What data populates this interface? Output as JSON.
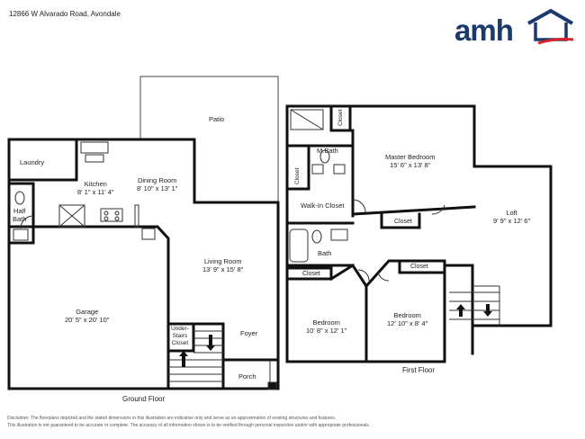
{
  "header": {
    "address": "12866 W Alvarado Road, Avondale",
    "logo_text": "amh",
    "logo_color": "#1b3a6b",
    "logo_swoosh_color": "#d8232a"
  },
  "ground_floor": {
    "title": "Ground Floor",
    "rooms": {
      "patio": {
        "name": "Patio",
        "dim": ""
      },
      "laundry": {
        "name": "Laundry",
        "dim": ""
      },
      "kitchen": {
        "name": "Kitchen",
        "dim": "8' 1\" x 11' 4\""
      },
      "dining": {
        "name": "Dining Room",
        "dim": "8' 10\" x 13' 1\""
      },
      "half_bath": {
        "name": "Half\nBath",
        "line1": "Half",
        "line2": "Bath"
      },
      "living": {
        "name": "Living Room",
        "dim": "13' 9\" x 15' 8\""
      },
      "garage": {
        "name": "Garage",
        "dim": "20' 5\" x 20' 10\""
      },
      "under_stairs": {
        "line1": "Under-",
        "line2": "Stairs",
        "line3": "Closet"
      },
      "foyer": {
        "name": "Foyer"
      },
      "porch": {
        "name": "Porch"
      }
    }
  },
  "first_floor": {
    "title": "First Floor",
    "rooms": {
      "closet_top": {
        "name": "Closet"
      },
      "m_bath": {
        "name": "M.Bath"
      },
      "master": {
        "name": "Master Bedroom",
        "dim": "15' 6\" x 13' 8\""
      },
      "closet_left": {
        "name": "Closet"
      },
      "walk_in": {
        "name": "Walk-In Closet"
      },
      "closet_mid": {
        "name": "Closet"
      },
      "loft": {
        "name": "Loft",
        "dim": "9' 9\" x 12' 6\""
      },
      "bath": {
        "name": "Bath"
      },
      "closet_b1": {
        "name": "Closet"
      },
      "closet_b2": {
        "name": "Closet"
      },
      "bedroom1": {
        "name": "Bedroom",
        "dim": "10' 8\" x 12' 1\""
      },
      "bedroom2": {
        "name": "Bedroom",
        "dim": "12' 10\" x 8' 4\""
      }
    }
  },
  "disclaimer": {
    "line1": "Disclaimer: The floorplans depicted and the stated dimensions in this illustration are indicative only and serve as an approximation of existing structures and features.",
    "line2": "This illustration is not guaranteed to be accurate or complete. The accuracy of all information shown is to be verified through personal inspection and/or with appropriate professionals."
  }
}
